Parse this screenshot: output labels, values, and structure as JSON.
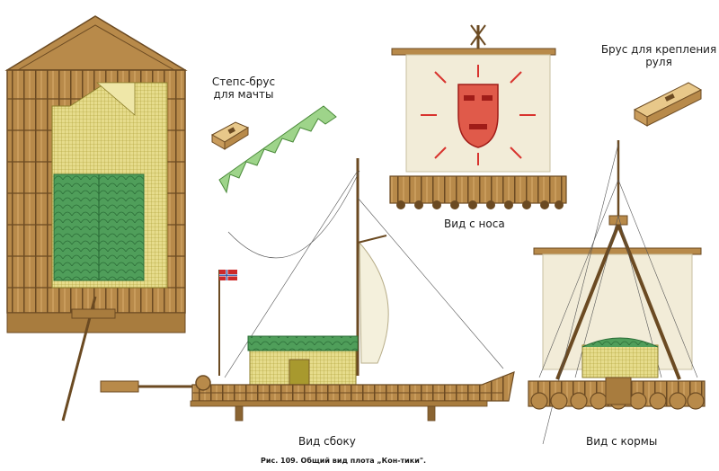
{
  "labels": {
    "steps_brus": "Степс-брус",
    "steps_brus_line2": "для мачты",
    "rudder_brus": "Брус для крепления",
    "rudder_brus_line2": "руля",
    "bow_view": "Вид с носа",
    "side_view": "Вид сбоку",
    "stern_view": "Вид с кормы",
    "caption": "Рис. 109. Общий вид плота „Кон-тики\"."
  },
  "colors": {
    "log": "#b88a4a",
    "log_dark": "#6b4a22",
    "mat": "#e6dc8c",
    "leaf": "#4f9e5a",
    "sail": "#f2ecd8",
    "mark": "#d8332e",
    "flag_red": "#cc2a2a",
    "flag_blue": "#2a4fa0"
  }
}
